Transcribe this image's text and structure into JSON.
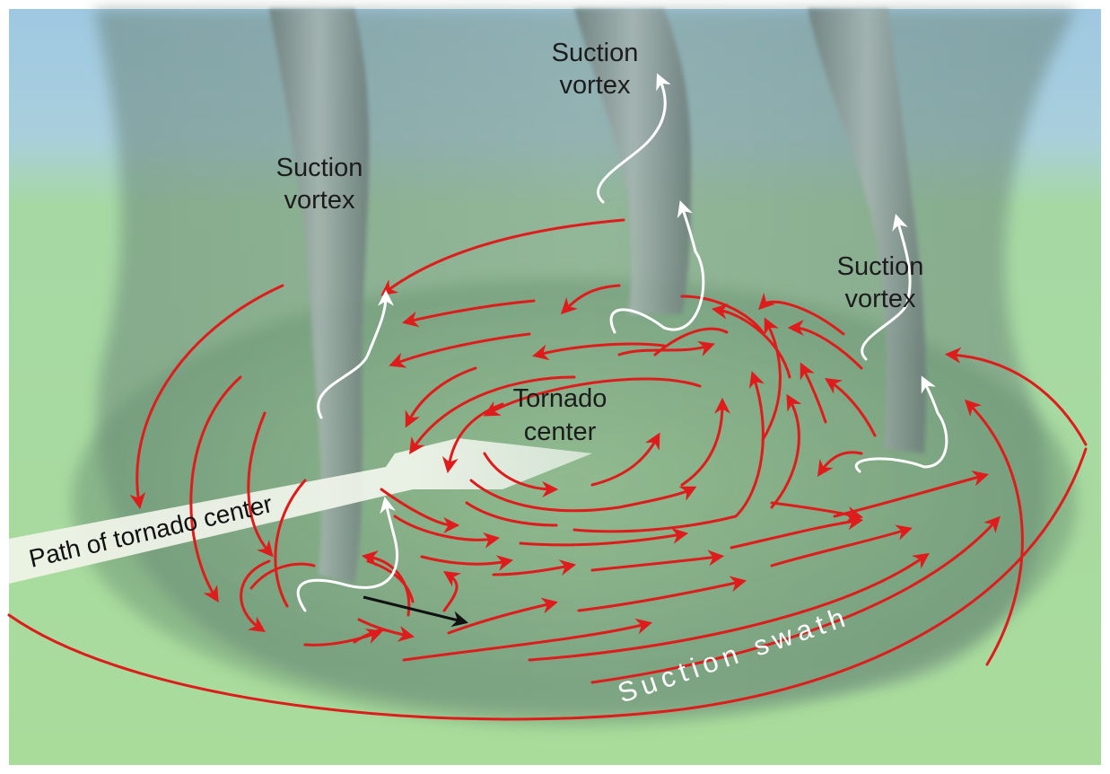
{
  "labels": {
    "vortex_left_line1": "Suction",
    "vortex_left_line2": "vortex",
    "vortex_top_line1": "Suction",
    "vortex_top_line2": "vortex",
    "vortex_right_line1": "Suction",
    "vortex_right_line2": "vortex",
    "center_line1": "Tornado",
    "center_line2": "center",
    "path": "Path of tornado center",
    "swath": "Suction swath"
  },
  "colors": {
    "sky": "#a9cfe0",
    "ground": "#a7d99a",
    "funnel": "#6f8a80",
    "airflow_arrow": "#e01b1b",
    "vortex_flow_arrow": "#ffffff",
    "motion_arrow": "#111111"
  }
}
